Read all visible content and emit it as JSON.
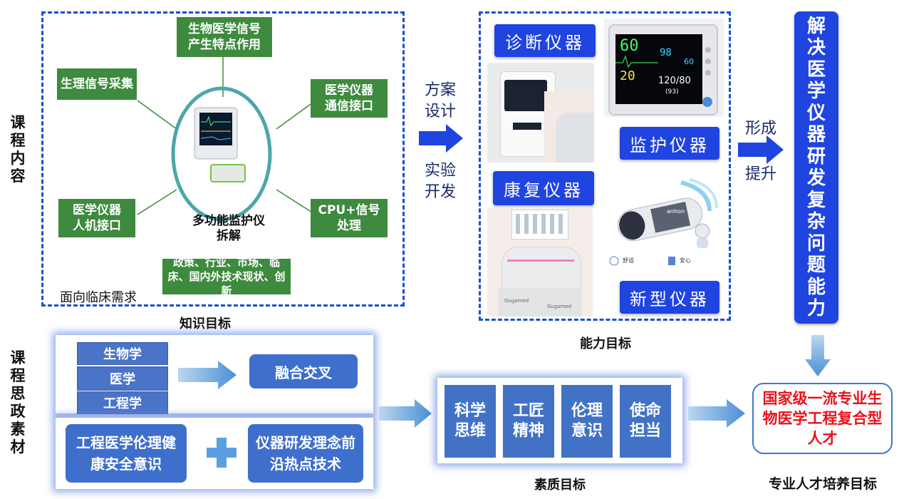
{
  "side_labels": {
    "content": "课程内容",
    "ideology": "课程思政素材"
  },
  "knowledge": {
    "center_label": "多功能监护仪拆解",
    "boxes": {
      "signal_feature": "生物医学信号产生特点作用",
      "physio_acq": "生理信号采集",
      "comm_interface": "医学仪器通信接口",
      "hmi": "医学仪器人机接口",
      "cpu": "CPU+信号处理",
      "policy": "政策、行业、市场、临床、国内外技术现状、创新"
    },
    "footnote": "面向临床需求",
    "caption": "知识目标"
  },
  "middle_labels": {
    "design": "方案设计",
    "develop": "实验开发"
  },
  "ability": {
    "buttons": {
      "diagnostic": "诊断仪器",
      "monitor": "监护仪器",
      "rehab": "康复仪器",
      "novel": "新型仪器"
    },
    "monitor_screen": {
      "hr": "60",
      "spo2": "98",
      "pr": "60",
      "resp": "20",
      "bp": "120/80",
      "map": "(93)"
    },
    "capsule": {
      "brand": "anhon",
      "feat1": "舒适",
      "feat2": "安心"
    },
    "rehab_brand": "Gugamed",
    "caption": "能力目标"
  },
  "form_labels": {
    "form": "形成",
    "improve": "提升"
  },
  "vertical_banner": "解决医学仪器研发复杂问题能力",
  "ideology": {
    "disciplines": [
      "生物学",
      "医学",
      "工程学"
    ],
    "fusion": "融合交叉",
    "ethics": "工程医学伦理健康安全意识",
    "concept": "仪器研发理念前沿热点技术"
  },
  "quality": {
    "items": [
      "科学思维",
      "工匠精神",
      "伦理意识",
      "使命担当"
    ],
    "caption": "素质目标"
  },
  "talent": {
    "text": "国家级一流专业生物医学工程复合型人才",
    "caption": "专业人才培养目标"
  },
  "colors": {
    "blue": "#1f44e0",
    "green": "#3e8a3e",
    "red": "#e8121a",
    "dash": "#1a4fd0"
  }
}
